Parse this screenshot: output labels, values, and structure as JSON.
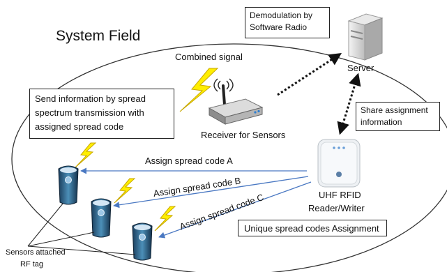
{
  "title": "System Field",
  "combined_signal": "Combined signal",
  "demod_box": [
    "Demodulation by",
    "Software Radio"
  ],
  "server_label": "Server",
  "send_info_box": [
    "Send information by spread",
    "spectrum transmission with",
    "assigned spread code"
  ],
  "receiver_label": "Receiver for Sensors",
  "share_box": [
    "Share assignment",
    "information"
  ],
  "assign_labels": [
    "Assign spread code A",
    "Assign spread code B",
    "Assign spread code C"
  ],
  "reader_label": [
    "UHF RFID",
    "Reader/Writer"
  ],
  "unique_box": "Unique spread codes Assignment",
  "sensors_label": [
    "Sensors attached",
    "RF tag"
  ],
  "colors": {
    "arrow": "#4a78c2",
    "lightning": "#ffee00",
    "lightning_stroke": "#c8a800",
    "ellipse": "#333333"
  }
}
